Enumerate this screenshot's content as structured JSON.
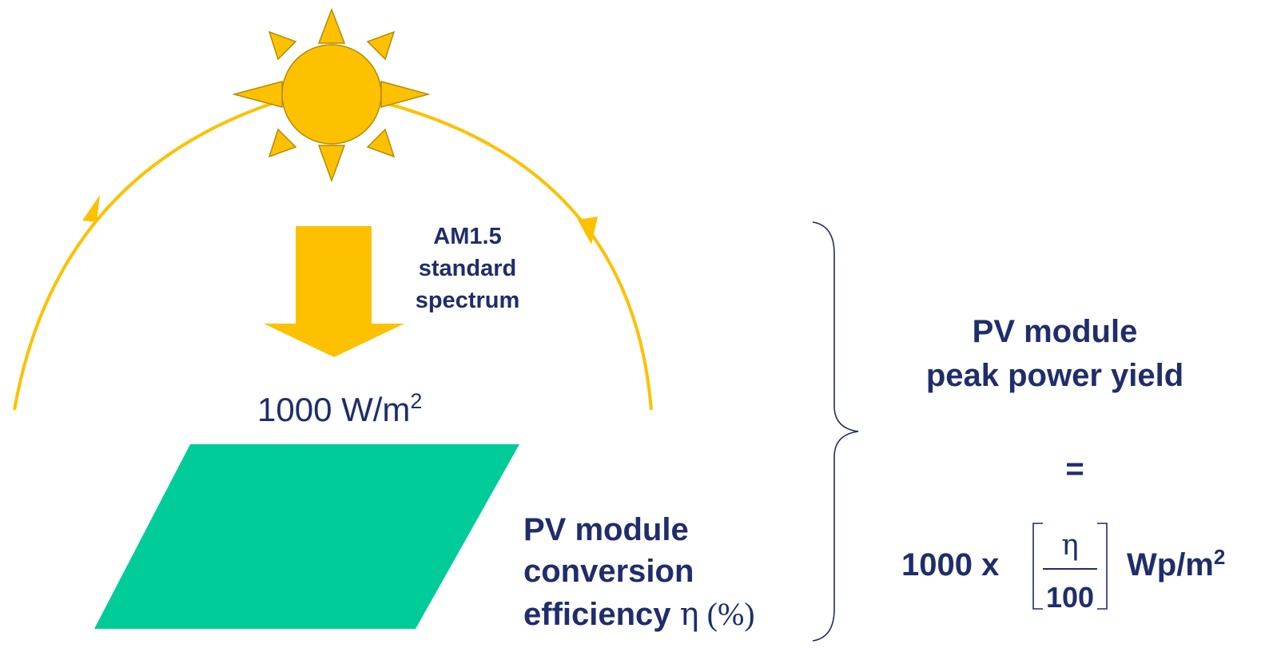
{
  "spectrum": {
    "line1": "AM1.5",
    "line2": "standard",
    "line3": "spectrum"
  },
  "irradiance": {
    "value": "1000 W/m",
    "superscript": "2"
  },
  "efficiency": {
    "line1": "PV module",
    "line2": "conversion",
    "line3": "efficiency ",
    "symbol": "η",
    "unit": " (%)"
  },
  "result": {
    "line1": "PV module",
    "line2": "peak power yield",
    "equals": "=",
    "coefficient": "1000 x",
    "numerator": "η",
    "denominator": "100",
    "unit": "Wp/m",
    "unit_superscript": "2"
  },
  "colors": {
    "sun": "#fdc100",
    "sun_outline": "#b58a00",
    "panel": "#00cc99",
    "text": "#1f2d6b"
  }
}
